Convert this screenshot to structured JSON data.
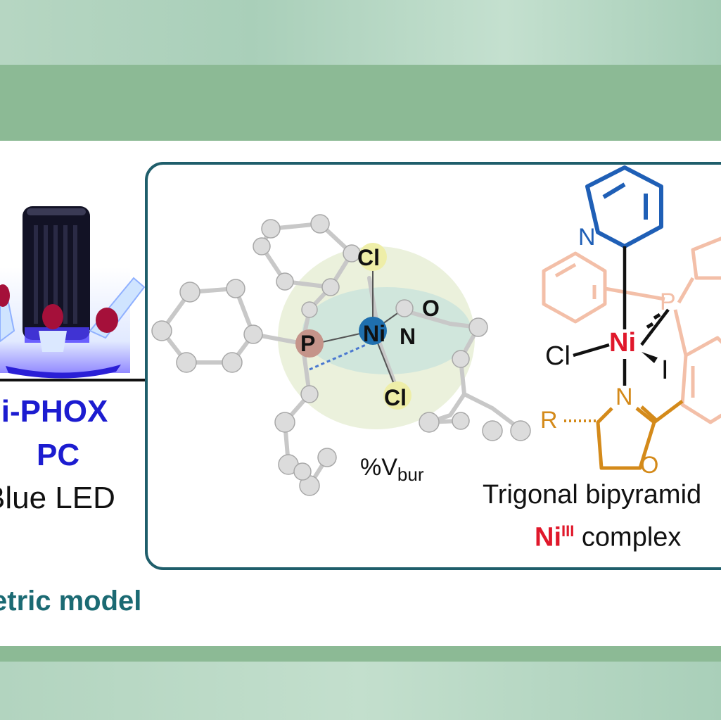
{
  "left": {
    "catalyst": "Ni-PHOX",
    "photocatalyst": "PC",
    "light": "Blue LED"
  },
  "caption": "etric model",
  "model3d": {
    "atoms": {
      "p": "P",
      "ni": "Ni",
      "n": "N",
      "o": "O",
      "cl_top": "Cl",
      "cl_bottom": "Cl"
    },
    "vbur": {
      "main": "%V",
      "sub": "bur"
    }
  },
  "structure": {
    "ring_n": "N",
    "p": "P",
    "ni": "Ni",
    "cl": "Cl",
    "i": "I",
    "ox_n": "N",
    "ox_o": "O",
    "r": "R"
  },
  "complex_caption": {
    "line1": "Trigonal bipyramid",
    "ni": "Ni",
    "ox_state": "III",
    "line2_rest": " complex"
  },
  "colors": {
    "band_dark": "#8cba95",
    "panel_border": "#1f5e6b",
    "blue_text": "#1c1cd0",
    "teal_text": "#1b6a73",
    "ni_red": "#e0182b",
    "pyridine_blue": "#1f5fb6",
    "phosphine_peach": "#f3bfa8",
    "oxazoline_orange": "#d48a1a",
    "atom_gray": "#dcdcdc",
    "ni_atom": "#1f6fae",
    "p_atom": "#c5948a",
    "cl_atom": "#eeeea8"
  }
}
